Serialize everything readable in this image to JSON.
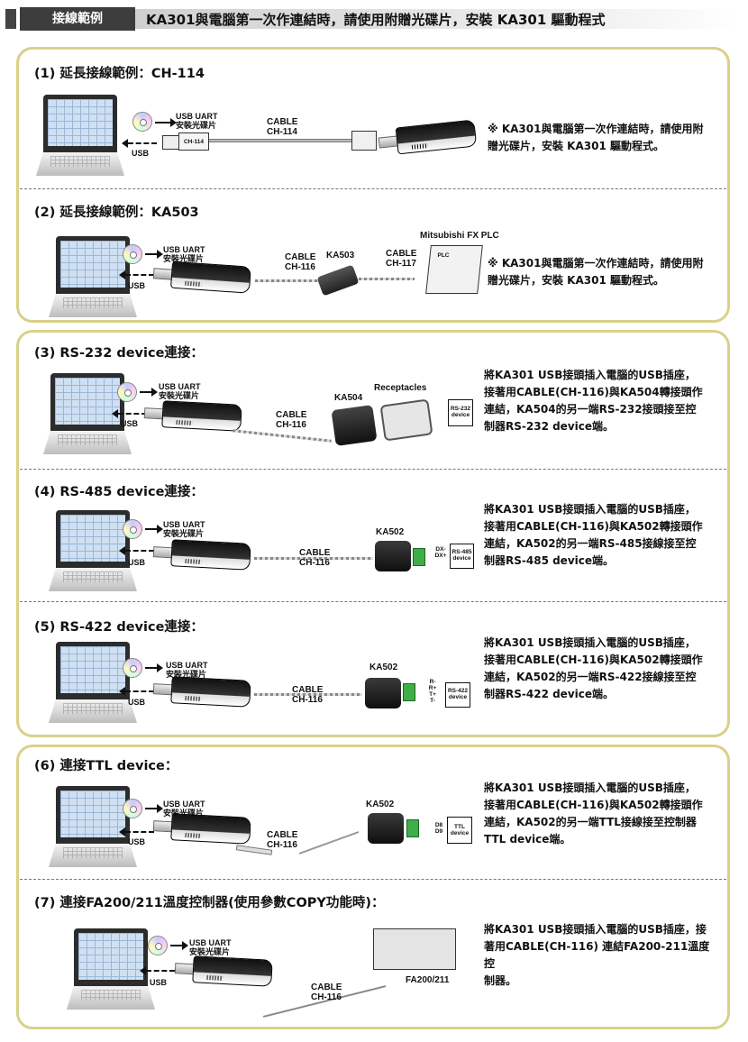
{
  "header": {
    "tag": "接線範例",
    "title": "KA301與電腦第一次作連結時，請使用附贈光碟片，安裝 KA301 驅動程式"
  },
  "common": {
    "usb_uart": "USB UART\n安裝光碟片",
    "usb": "USB",
    "cable_116": "CABLE\nCH-116"
  },
  "sections": [
    {
      "title": "(1) 延長接線範例：CH-114",
      "cable": "CABLE\nCH-114",
      "plug_label": "CH-114",
      "note": "※ KA301與電腦第一次作連結時，請使用附\n    贈光碟片，安裝 KA301 驅動程式。"
    },
    {
      "title": "(2) 延長接線範例：KA503",
      "plc_title": "Mitsubishi  FX PLC",
      "plc_label": "PLC",
      "ka503": "KA503",
      "cable_117": "CABLE\nCH-117",
      "note": "※ KA301與電腦第一次作連結時，請使用附\n    贈光碟片，安裝 KA301 驅動程式。"
    },
    {
      "title": "(3) RS-232 device連接：",
      "receptacles": "Receptacles",
      "ka504": "KA504",
      "device": "RS-232\ndevice",
      "desc": "將KA301 USB接頭插入電腦的USB插座，\n接著用CABLE(CH-116)與KA504轉接頭作\n連結，KA504的另一端RS-232接頭接至控\n制器RS-232 device端。"
    },
    {
      "title": "(4) RS-485 device連接：",
      "ka502": "KA502",
      "pins": "DX-\nDX+",
      "device": "RS-485\ndevice",
      "desc": "將KA301 USB接頭插入電腦的USB插座，\n接著用CABLE(CH-116)與KA502轉接頭作\n連結，KA502的另一端RS-485接線接至控\n制器RS-485 device端。"
    },
    {
      "title": "(5) RS-422 device連接：",
      "ka502": "KA502",
      "pins": "R-\nR+\nT+\nT-",
      "device": "RS-422\ndevice",
      "desc": "將KA301 USB接頭插入電腦的USB插座，\n接著用CABLE(CH-116)與KA502轉接頭作\n連結，KA502的另一端RS-422接線接至控\n制器RS-422 device端。"
    },
    {
      "title": "(6) 連接TTL device：",
      "ka502": "KA502",
      "pins": "D8\nD9",
      "device": "TTL\ndevice",
      "desc": "將KA301 USB接頭插入電腦的USB插座，\n接著用CABLE(CH-116)與KA502轉接頭作\n連結，KA502的另一端TTL接線接至控制器\nTTL device端。"
    },
    {
      "title": "(7) 連接FA200/211溫度控制器(使用參數COPY功能時)：",
      "fa": "FA200/211",
      "desc": "將KA301 USB接頭插入電腦的USB插座，接\n著用CABLE(CH-116) 連結FA200-211溫度控\n制器。"
    }
  ]
}
